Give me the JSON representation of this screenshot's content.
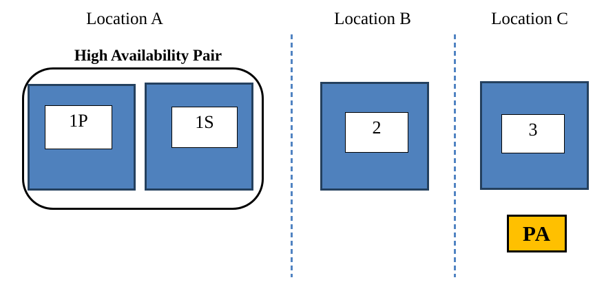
{
  "diagram": {
    "locations": [
      {
        "title": "Location A",
        "ha_pair_label": "High Availability Pair",
        "nodes": [
          "1P",
          "1S"
        ]
      },
      {
        "title": "Location B",
        "nodes": [
          "2"
        ]
      },
      {
        "title": "Location C",
        "nodes": [
          "3"
        ],
        "pa_label": "PA"
      }
    ],
    "colors": {
      "node_fill": "#4F81BD",
      "node_border": "#24405E",
      "separator_dash": "#5083C2",
      "ha_outline": "#000000",
      "pa_fill": "#FFC000",
      "pa_border": "#000000",
      "text": "#000000"
    }
  }
}
